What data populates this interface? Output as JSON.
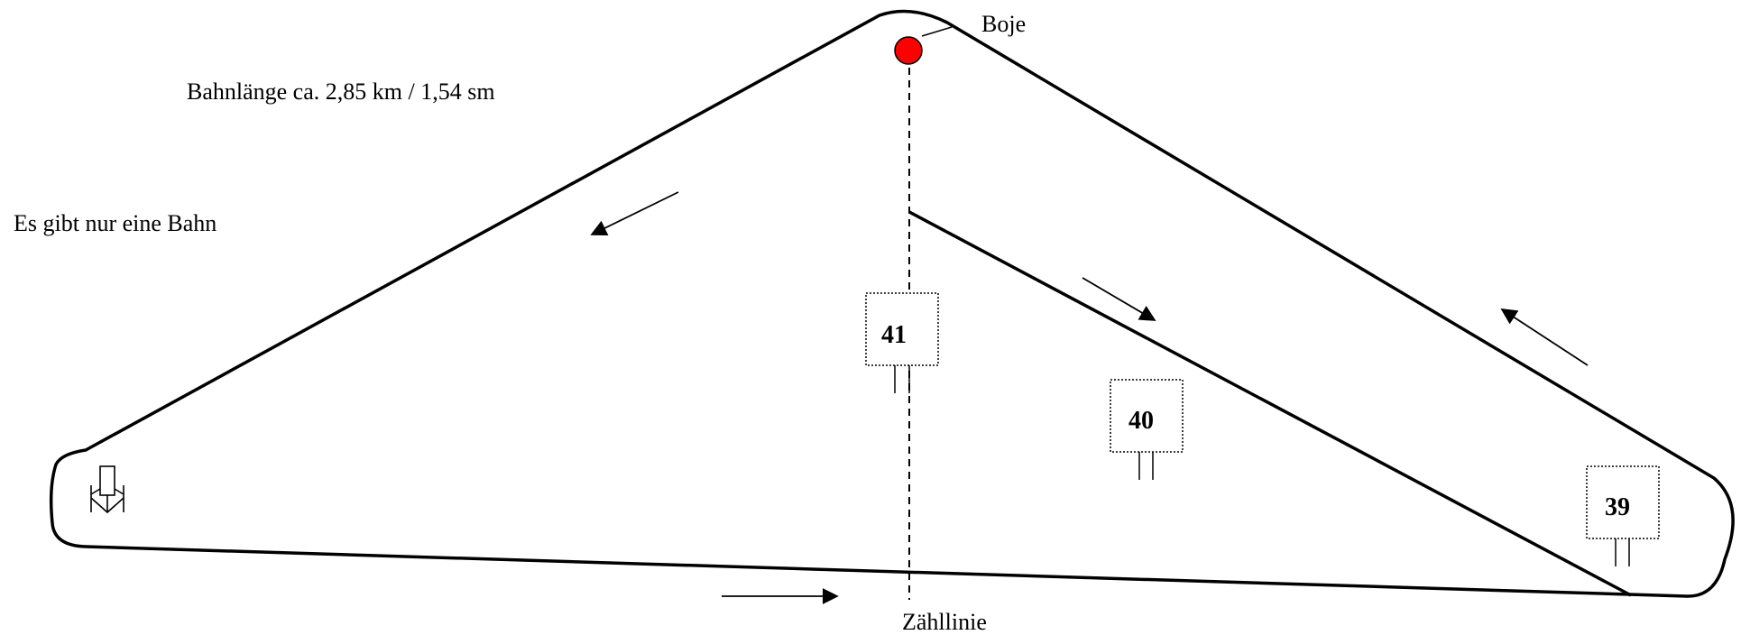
{
  "labels": {
    "buoy": "Boje",
    "course_length": "Bahnlänge ca. 2,85 km / 1,54 sm",
    "course_note": "Es gibt nur eine Bahn",
    "counting_line": "Zähllinie"
  },
  "markers": [
    {
      "id": "41",
      "label": "41"
    },
    {
      "id": "40",
      "label": "40"
    },
    {
      "id": "39",
      "label": "39"
    }
  ],
  "colors": {
    "buoy": "#ff0000",
    "line": "#000000"
  },
  "icons": [
    "boathouse-icon",
    "arrow-icon"
  ]
}
